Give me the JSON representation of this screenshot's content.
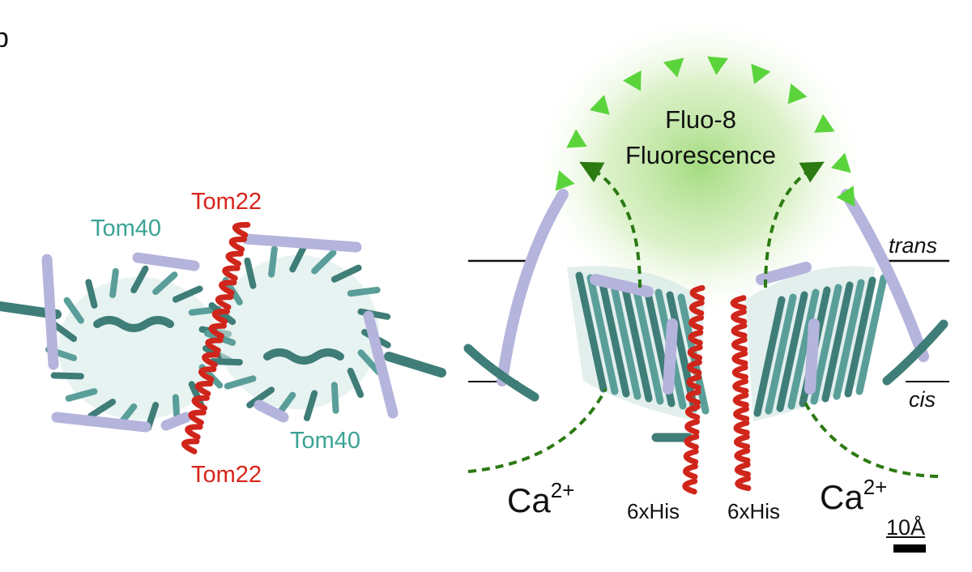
{
  "panel_letter": "b",
  "left_view": {
    "tom40_top": "Tom40",
    "tom22_top": "Tom22",
    "tom40_bottom": "Tom40",
    "tom22_bottom": "Tom22"
  },
  "right_view": {
    "fluo_line1": "Fluo-8",
    "fluo_line2": "Fluorescence",
    "trans_label": "trans",
    "cis_label": "cis",
    "ca_left": "Ca",
    "ca_right": "Ca",
    "ca_charge": "2+",
    "his_left": "6xHis",
    "his_right": "6xHis",
    "scale_bar": "10Å"
  },
  "colors": {
    "tom40_strand": "#5a9e99",
    "tom40_strand_dark": "#3f7d78",
    "tom40_helix": "#b5b4dc",
    "tom22_helix": "#d0251b",
    "arrow_green": "#2b7a12",
    "fluo_triangle": "#5bd43c",
    "glow": "#9fd97a"
  }
}
